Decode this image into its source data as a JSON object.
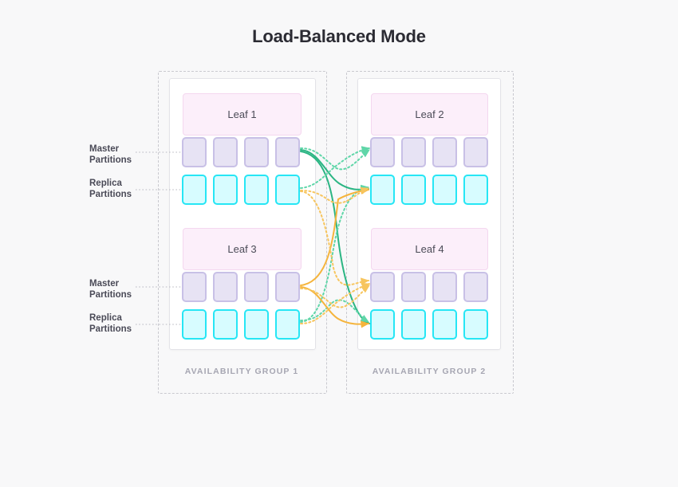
{
  "title": "Load-Balanced Mode",
  "colors": {
    "background": "#f8f8f9",
    "title_text": "#2b2b33",
    "leaf_fill": "#fceffa",
    "leaf_border": "#f4d7ef",
    "leaf_text": "#4b4b57",
    "master_fill": "#e7e3f4",
    "master_border": "#c8c0e6",
    "replica_fill": "#d7fcff",
    "replica_border": "#26e6f5",
    "group_dashed_border": "#c9c9cf",
    "group_label_text": "#a6a6b2",
    "card_background": "#ffffff",
    "card_border": "#e3e3e8",
    "side_label_text": "#4a4a57",
    "flow_green_solid": "#2bb583",
    "flow_green_dotted": "#5fd6a8",
    "flow_orange_solid": "#f5b43c",
    "flow_orange_dotted": "#f7c55e",
    "leader_line": "#b9b9c2"
  },
  "groups": [
    {
      "id": "availability-group-1",
      "label": "AVAILABILITY GROUP 1",
      "leaves": [
        {
          "id": "leaf-1",
          "name": "Leaf 1",
          "master_label_line1": "Master",
          "master_label_line2": "Partitions",
          "replica_label_line1": "Replica",
          "replica_label_line2": "Partitions",
          "master_count": 4,
          "replica_count": 4
        },
        {
          "id": "leaf-3",
          "name": "Leaf 3",
          "master_label_line1": "Master",
          "master_label_line2": "Partitions",
          "replica_label_line1": "Replica",
          "replica_label_line2": "Partitions",
          "master_count": 4,
          "replica_count": 4
        }
      ]
    },
    {
      "id": "availability-group-2",
      "label": "AVAILABILITY GROUP 2",
      "leaves": [
        {
          "id": "leaf-2",
          "name": "Leaf 2",
          "master_count": 4,
          "replica_count": 4
        },
        {
          "id": "leaf-4",
          "name": "Leaf 4",
          "master_count": 4,
          "replica_count": 4
        }
      ]
    }
  ],
  "legend_note": {
    "flows": [
      {
        "name": "replication-green-solid",
        "style": "solid",
        "color": "#2bb583"
      },
      {
        "name": "replication-green-dotted",
        "style": "dotted",
        "color": "#5fd6a8"
      },
      {
        "name": "replication-orange-solid",
        "style": "solid",
        "color": "#f5b43c"
      },
      {
        "name": "replication-orange-dotted",
        "style": "dotted",
        "color": "#f7c55e"
      }
    ]
  }
}
